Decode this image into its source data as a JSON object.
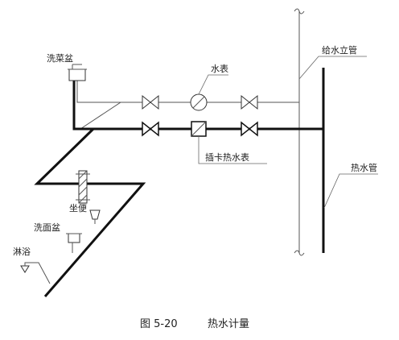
{
  "labels": {
    "sink_kitchen": "洗菜盆",
    "water_meter": "水表",
    "supply_riser": "给水立管",
    "card_meter": "插卡热水表",
    "hot_pipe": "热水管",
    "toilet": "坐便",
    "washbasin": "洗面盆",
    "shower": "淋浴"
  },
  "caption": {
    "figure": "图 5-20",
    "title": "热水计量"
  }
}
